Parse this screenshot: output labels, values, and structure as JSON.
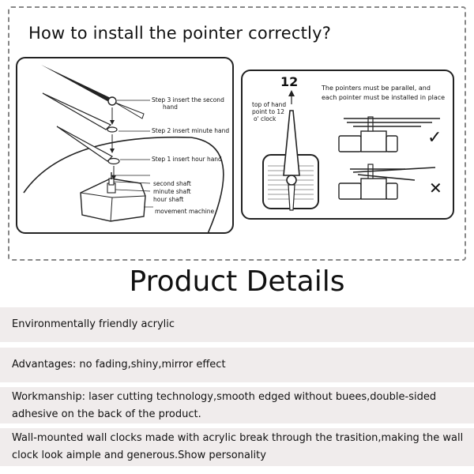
{
  "install": {
    "title": "How to install the pointer correctly?",
    "step3": "Step 3  insert the second",
    "step3_cont": "hand",
    "step2": "Step 2  insert minute hand",
    "step1": "Step 1  insert hour hand",
    "second_shaft": "second shaft",
    "minute_shaft": "minute shaft",
    "hour_shaft": "hour shaft",
    "movement": "movement machine",
    "twelve": "12",
    "top_of_hand_1": "top of hand",
    "top_of_hand_2": "point to 12",
    "top_of_hand_3": "o' clock",
    "parallel_1": "The pointers must be parallel, and",
    "parallel_2": "each pointer must be installed in place",
    "correct_mark": "✓",
    "wrong_mark": "✕"
  },
  "details": {
    "title": "Product Details",
    "items": [
      "Environmentally friendly acrylic",
      "Advantages: no fading,shiny,mirror effect",
      "Workmanship: laser cutting technology,smooth edged without buees,double-sided adhesive on the back of the product.",
      "Wall-mounted wall clocks made with acrylic break through the trasition,making the wall clock look aimple and generous.Show personality"
    ]
  }
}
